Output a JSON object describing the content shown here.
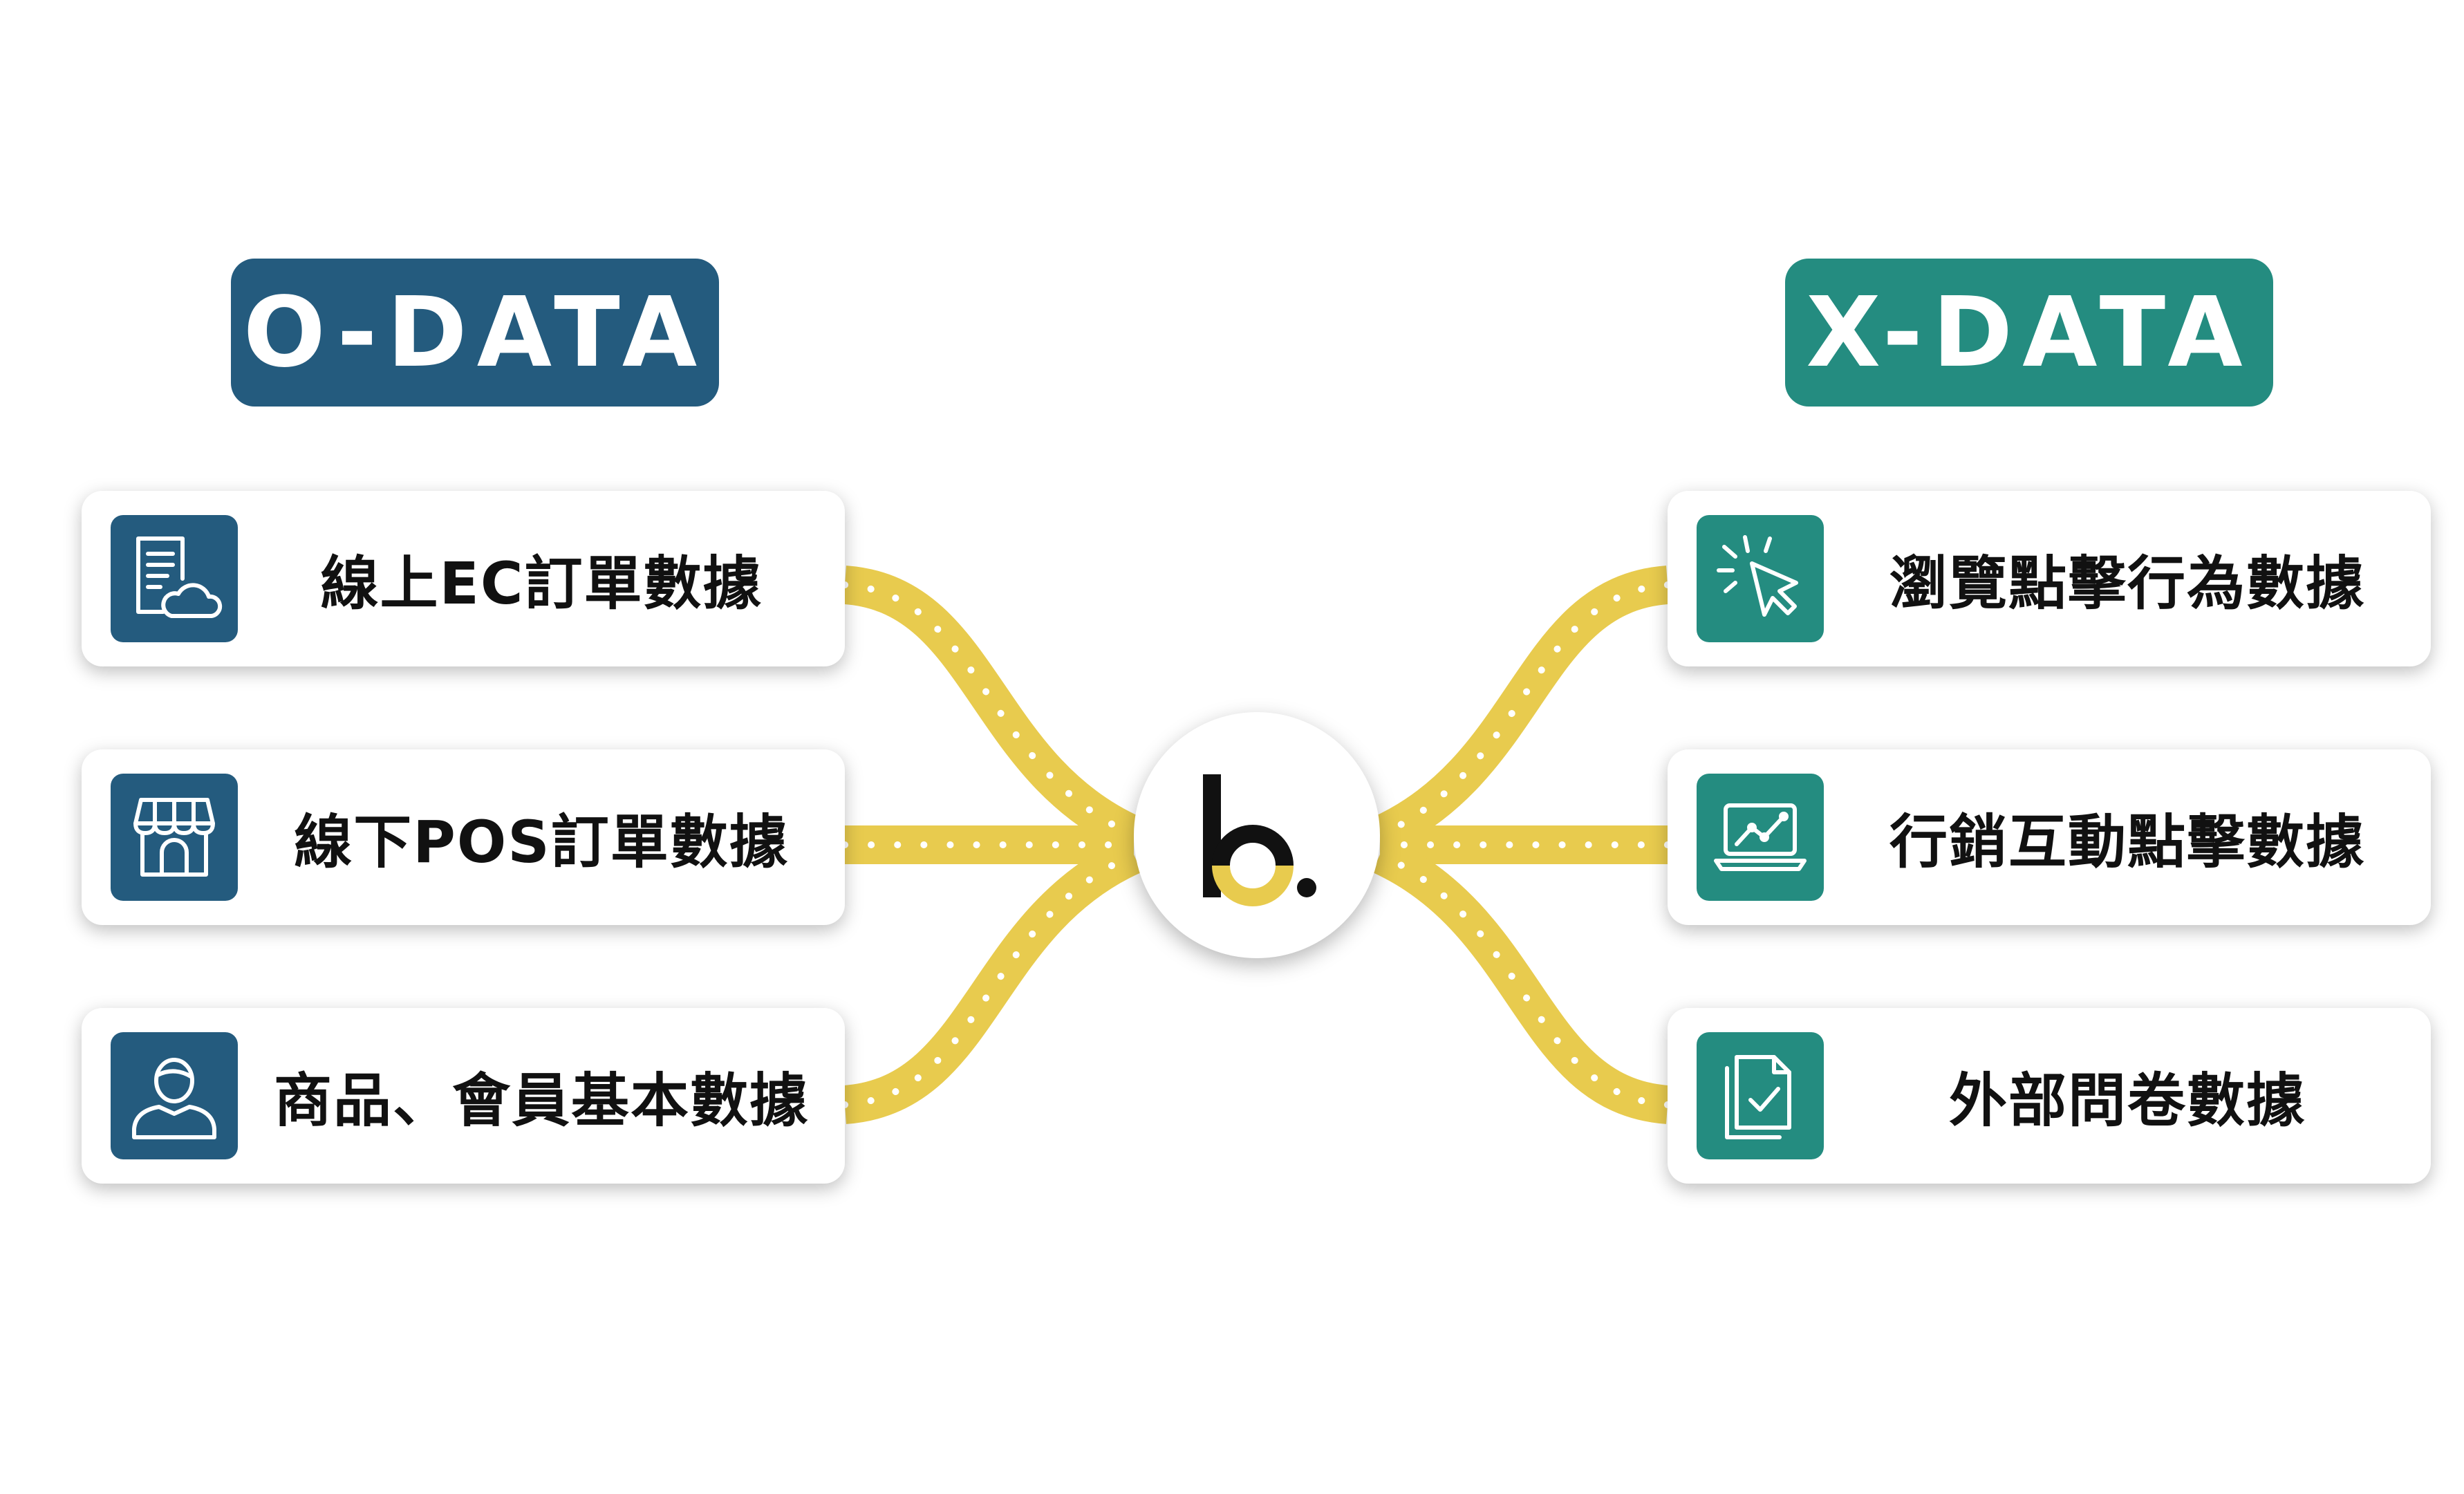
{
  "left_group": {
    "title": "O-DATA",
    "color": "#245b7e",
    "items": [
      {
        "label": "線上EC訂單數據",
        "icon": "document-cloud-icon"
      },
      {
        "label": "線下POS訂單數據",
        "icon": "storefront-icon"
      },
      {
        "label": "商品、會員基本數據",
        "icon": "user-icon"
      }
    ]
  },
  "right_group": {
    "title": "X-DATA",
    "color": "#248c80",
    "items": [
      {
        "label": "瀏覽點擊行為數據",
        "icon": "cursor-click-icon"
      },
      {
        "label": "行銷互動點擊數據",
        "icon": "laptop-chart-icon"
      },
      {
        "label": "外部問卷數據",
        "icon": "clipboard-check-icon"
      }
    ]
  },
  "hub": {
    "logo": "b.",
    "logo_accent_color": "#e8cb4e"
  },
  "road_color": "#e8cb4e"
}
